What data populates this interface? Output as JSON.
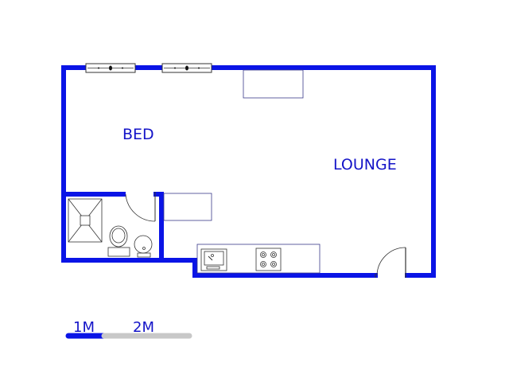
{
  "rooms": {
    "bed": "BED",
    "lounge": "LOUNGE"
  },
  "scale_bar": {
    "label_1": "1M",
    "label_2": "2M",
    "color_primary": "#0a14e6",
    "color_secondary": "#c8c8c8"
  },
  "colors": {
    "wall": "#0a14e6",
    "text": "#1414c8"
  }
}
